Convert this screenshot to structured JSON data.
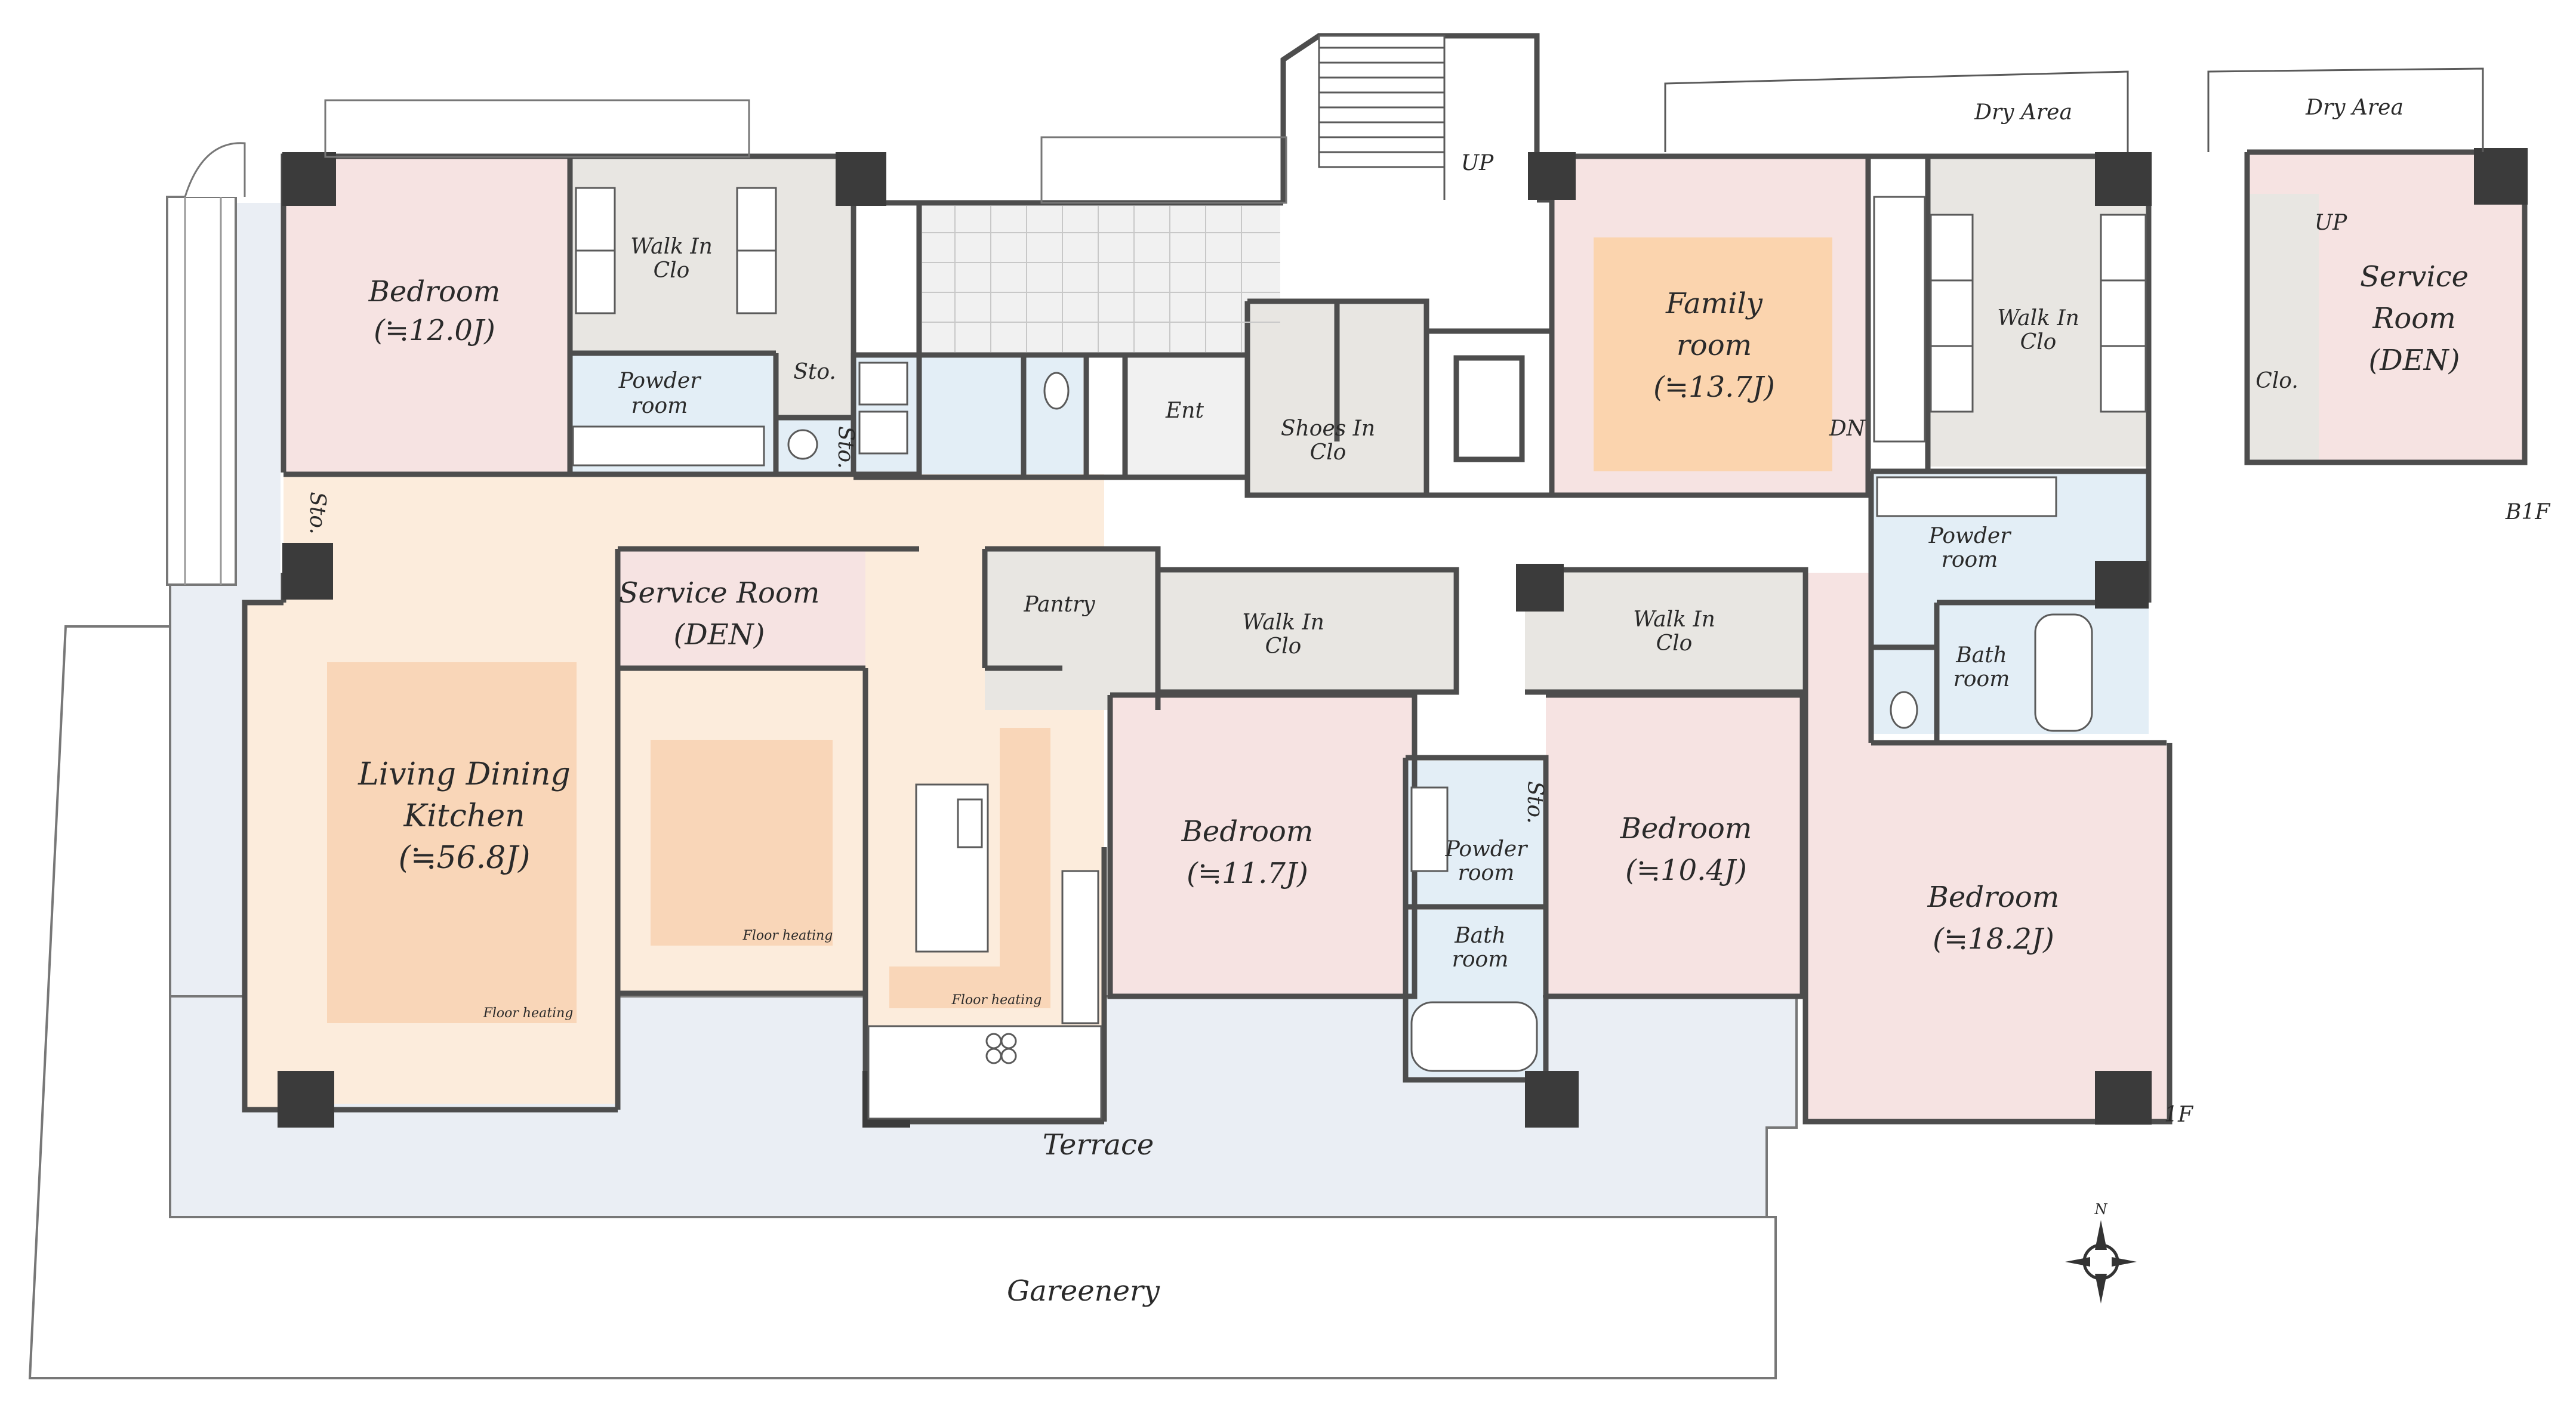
{
  "colors": {
    "bedroom": "#f6e3e2",
    "living": "#fcecdc",
    "floor_heating": "#f9d6b8",
    "wet": "#e3eef6",
    "storage": "#e8e6e2",
    "terrace": "#eaeef4",
    "family_heat": "#fbd4ae"
  },
  "floor_labels": {
    "main": "1F",
    "basement": "B1F"
  },
  "rooms": {
    "bedroom_nw": {
      "name": "Bedroom",
      "area": "(≒12.0J)"
    },
    "walkin_nw": {
      "l1": "Walk In",
      "l2": "Clo"
    },
    "powder_nw": {
      "l1": "Powder",
      "l2": "room"
    },
    "sto_nw": "Sto.",
    "sto_nw2": "Sto.",
    "sto_west": "Sto.",
    "ent": "Ent",
    "shoes": {
      "l1": "Shoes In",
      "l2": "Clo"
    },
    "stairs_up": "UP",
    "family": {
      "l1": "Family",
      "l2": "room",
      "area": "(≒13.7J)"
    },
    "dn": "DN",
    "walkin_ne": {
      "l1": "Walk In",
      "l2": "Clo"
    },
    "dry_area_1": "Dry Area",
    "dry_area_2": "Dry Area",
    "b1_den": {
      "l1": "Service",
      "l2": "Room",
      "l3": "(DEN)"
    },
    "b1_up": "UP",
    "b1_clo": "Clo.",
    "service_den": {
      "l1": "Service Room",
      "l2": "(DEN)"
    },
    "pantry": "Pantry",
    "walkin_mid": {
      "l1": "Walk In",
      "l2": "Clo"
    },
    "walkin_right": {
      "l1": "Walk In",
      "l2": "Clo"
    },
    "powder_ne": {
      "l1": "Powder",
      "l2": "room"
    },
    "bath_ne": {
      "l1": "Bath",
      "l2": "room"
    },
    "ldk": {
      "l1": "Living Dining",
      "l2": "Kitchen",
      "area": "(≒56.8J)"
    },
    "floor_heating_1": "Floor heating",
    "floor_heating_2": "Floor heating",
    "floor_heating_3": "Floor heating",
    "bedroom_mid": {
      "name": "Bedroom",
      "area": "(≒11.7J)"
    },
    "powder_mid": {
      "l1": "Powder",
      "l2": "room"
    },
    "sto_mid": "Sto.",
    "bath_mid": {
      "l1": "Bath",
      "l2": "room"
    },
    "bedroom_mid2": {
      "name": "Bedroom",
      "area": "(≒10.4J)"
    },
    "bedroom_se": {
      "name": "Bedroom",
      "area": "(≒18.2J)"
    },
    "terrace": "Terrace",
    "greenery": "Gareenery"
  },
  "compass": {
    "north": "N"
  }
}
